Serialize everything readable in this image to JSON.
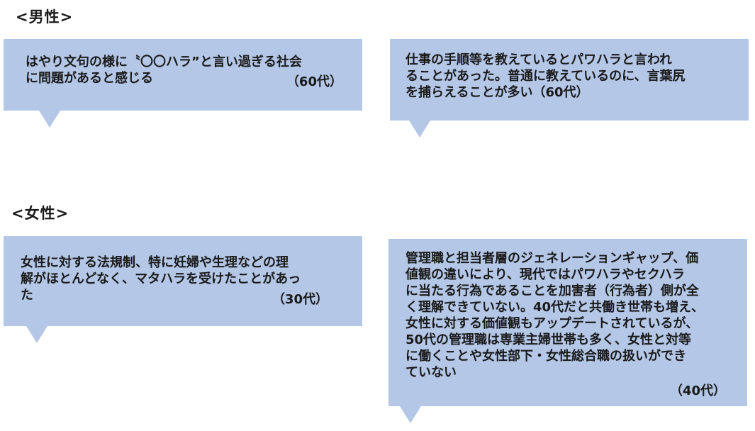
{
  "male": {
    "heading": "<男性>",
    "bubbles": [
      {
        "lines": [
          "はやり文句の様に〝〇〇ハラ”と言い過ぎる社会",
          "に問題があると感じる"
        ],
        "age": "（60代）"
      },
      {
        "lines": [
          "仕事の手順等を教えているとパワハラと言われ",
          "ることがあった。普通に教えているのに、言葉尻",
          "を捕らえることが多い（60代）"
        ]
      }
    ]
  },
  "female": {
    "heading": "<女性>",
    "bubbles": [
      {
        "lines": [
          "女性に対する法規制、特に妊婦や生理などの理",
          "解がほとんどなく、マタハラを受けたことがあっ",
          "た"
        ],
        "age": "（30代）"
      },
      {
        "lines": [
          "管理職と担当者層のジェネレーションギャップ、価",
          "値観の違いにより、現代ではパワハラやセクハラ",
          "に当たる行為であることを加害者（行為者）側が全",
          "く理解できていない。40代だと共働き世帯も増え、",
          "女性に対する価値観もアップデートされているが、",
          "50代の管理職は専業主婦世帯も多く、女性と対等",
          "に働くことや女性部下・女性総合職の扱いができ",
          "ていない"
        ],
        "age": "（40代）"
      }
    ]
  },
  "colors": {
    "bubble_fill": "#b4c7e7",
    "text": "#1a1a1a"
  }
}
